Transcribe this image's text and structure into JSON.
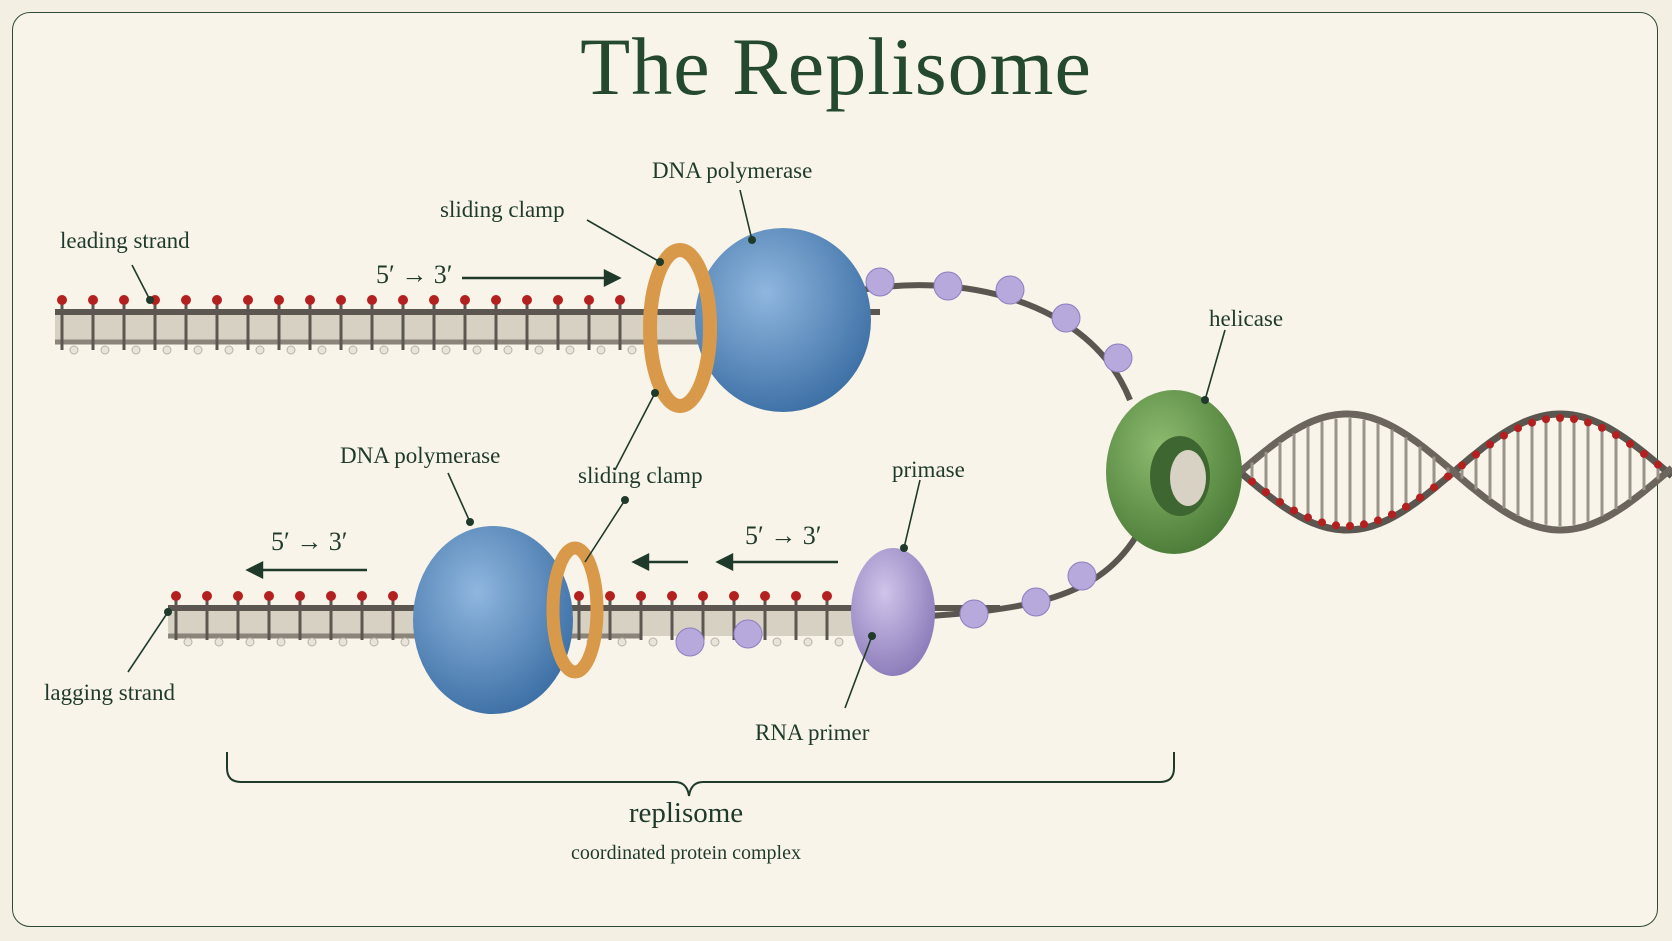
{
  "title": "The Replisome",
  "labels": {
    "leading_strand": "leading strand",
    "lagging_strand": "lagging strand",
    "sliding_clamp_top": "sliding clamp",
    "dna_polymerase_top": "DNA polymerase",
    "helicase": "helicase",
    "dna_polymerase_bottom": "DNA polymerase",
    "sliding_clamp_bottom": "sliding clamp",
    "primase": "primase",
    "rna_primer": "RNA primer"
  },
  "directions": {
    "leading": "5′ → 3′",
    "lagging_left": "5′ → 3′",
    "lagging_right": "5′ → 3′"
  },
  "bracket": {
    "title": "replisome",
    "subtitle": "coordinated protein complex"
  },
  "colors": {
    "title": "#24492f",
    "polymerase": "#4f86be",
    "clamp": "#d89a4a",
    "helicase": "#6a9a4e",
    "primase": "#a797cf",
    "backbone": "#5b5650",
    "oxygen": "#b32020"
  }
}
